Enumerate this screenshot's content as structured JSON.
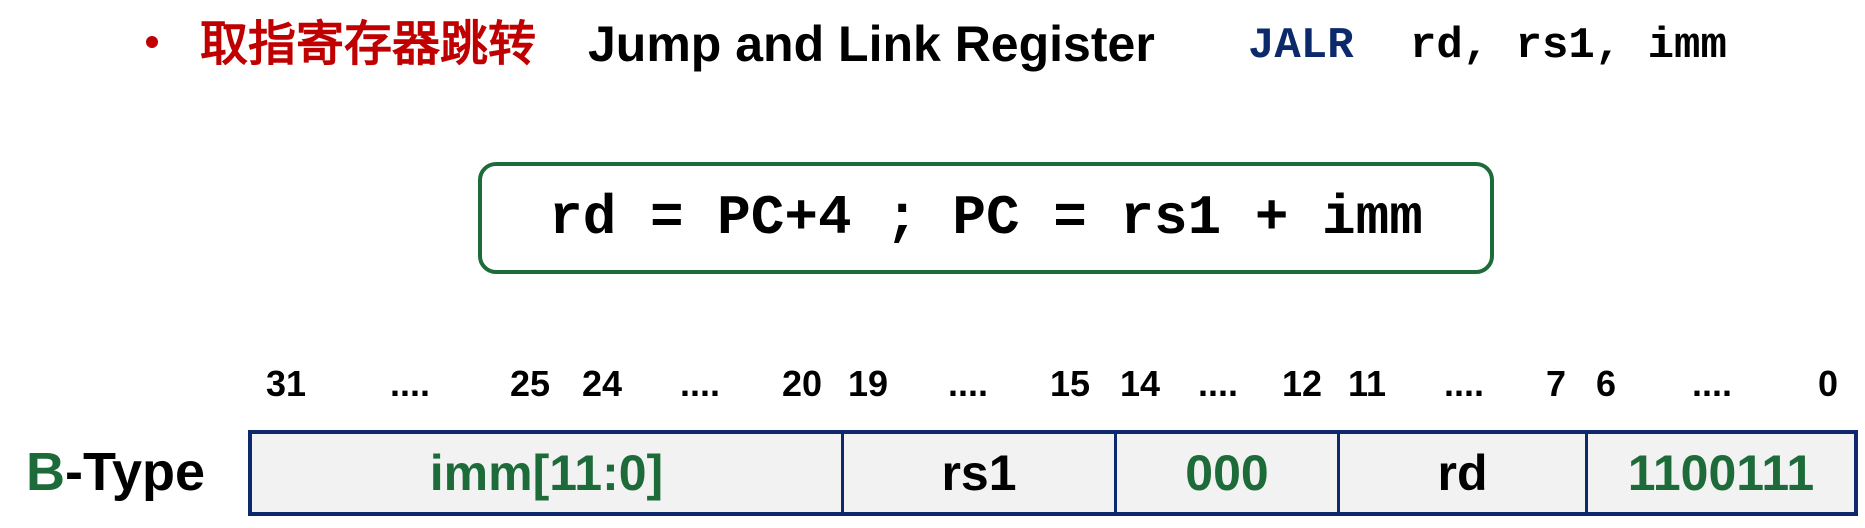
{
  "header": {
    "bullet_color": "#c00000",
    "title_cn": "取指寄存器跳转",
    "title_en": "Jump and Link Register",
    "mnemonic": "JALR",
    "operands": "rd, rs1, imm"
  },
  "formula": {
    "text": "rd = PC+4 ; PC = rs1 + imm",
    "border_color": "#1e6b3a"
  },
  "bit_positions": [
    {
      "label": "31"
    },
    {
      "label": "...."
    },
    {
      "label": "25"
    },
    {
      "label": "24"
    },
    {
      "label": "...."
    },
    {
      "label": "20"
    },
    {
      "label": "19"
    },
    {
      "label": "...."
    },
    {
      "label": "15"
    },
    {
      "label": "14"
    },
    {
      "label": "...."
    },
    {
      "label": "12"
    },
    {
      "label": "11"
    },
    {
      "label": "...."
    },
    {
      "label": "7"
    },
    {
      "label": "6"
    },
    {
      "label": "...."
    },
    {
      "label": "0"
    }
  ],
  "instruction_format": {
    "type_letter": "B",
    "type_rest": "-Type",
    "border_color": "#0c2a6b",
    "fields": [
      {
        "label": "imm[11:0]",
        "color": "#1e6b3a"
      },
      {
        "label": "rs1",
        "color": "#000000"
      },
      {
        "label": "000",
        "color": "#1e6b3a"
      },
      {
        "label": "rd",
        "color": "#000000"
      },
      {
        "label": "1100111",
        "color": "#1e6b3a"
      }
    ]
  }
}
